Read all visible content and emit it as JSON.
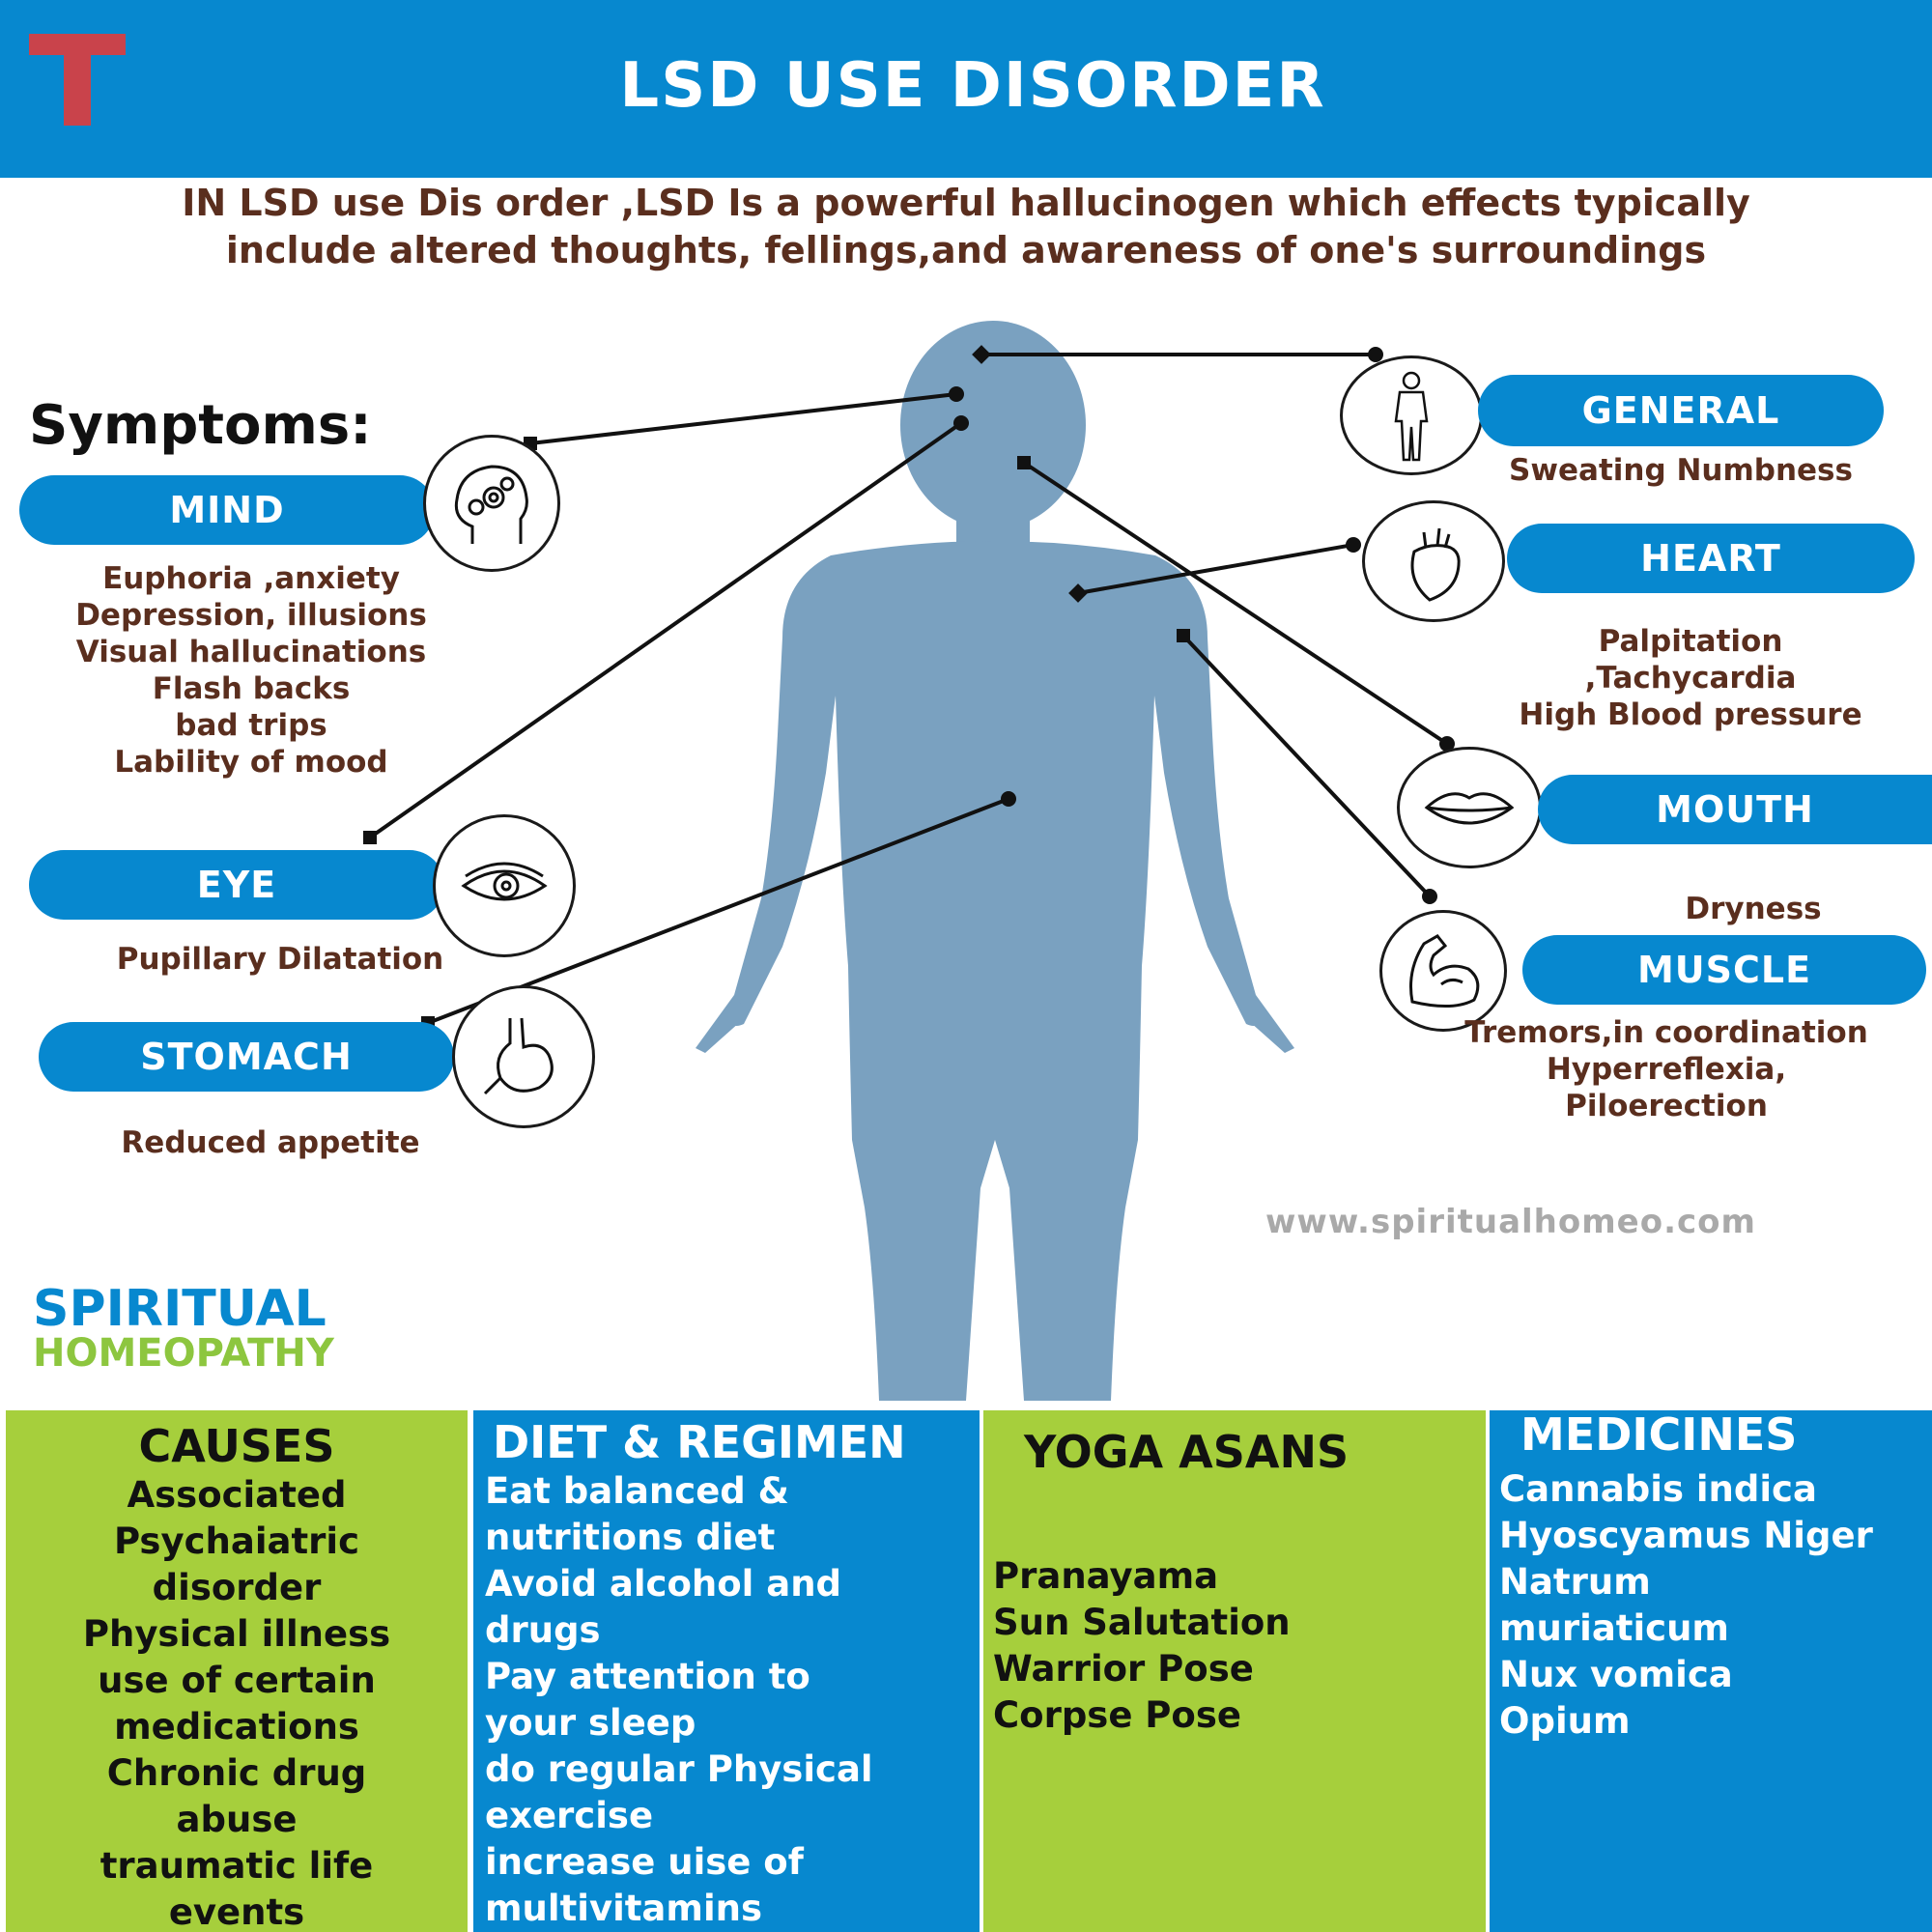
{
  "header": {
    "logo_letter": "T",
    "title": "LSD USE DISORDER"
  },
  "intro": {
    "line1": "IN LSD use Dis order ,LSD Is a powerful hallucinogen which effects typically",
    "line2": "include altered thoughts, fellings,and awareness of one's surroundings"
  },
  "symptoms_heading": "Symptoms:",
  "symptoms": {
    "mind": {
      "label": "MIND",
      "icon": "head-gears-icon",
      "items": [
        "Euphoria ,anxiety",
        "Depression, illusions",
        "Visual hallucinations",
        "Flash backs",
        "bad trips",
        "Lability of mood"
      ]
    },
    "eye": {
      "label": "EYE",
      "icon": "eye-icon",
      "items": [
        "Pupillary Dilatation"
      ]
    },
    "stomach": {
      "label": "STOMACH",
      "icon": "stomach-icon",
      "items": [
        "Reduced appetite"
      ]
    },
    "general": {
      "label": "GENERAL",
      "icon": "body-outline-icon",
      "items": [
        "Sweating Numbness"
      ]
    },
    "heart": {
      "label": "HEART",
      "icon": "heart-organ-icon",
      "items": [
        "Palpitation",
        ",Tachycardia",
        "High Blood pressure"
      ]
    },
    "mouth": {
      "label": "MOUTH",
      "icon": "lips-icon",
      "items": [
        "Dryness"
      ]
    },
    "muscle": {
      "label": "MUSCLE",
      "icon": "flexed-arm-icon",
      "items": [
        "Tremors,in coordination",
        "Hyperreflexia,",
        "Piloerection"
      ]
    }
  },
  "website": "www.spiritualhomeo.com",
  "brand": {
    "line1": "SPIRITUAL",
    "line2": "HOMEOPATHY"
  },
  "colors": {
    "blue": "#0788cf",
    "green": "#a6cf3c",
    "brown_text": "#5a2e1e",
    "figure": "#7aa1c0",
    "logo_red": "#c9434b"
  },
  "columns": {
    "causes": {
      "title": "CAUSES",
      "items": [
        "Associated",
        "Psychaiatric",
        "disorder",
        "Physical illness",
        "use of certain",
        "medications",
        "Chronic drug",
        "abuse",
        "traumatic life",
        "events"
      ]
    },
    "diet": {
      "title": "DIET & REGIMEN",
      "items": [
        "Eat balanced &",
        "nutritions diet",
        "Avoid alcohol and",
        "drugs",
        "Pay attention to",
        "your sleep",
        "do regular Physical",
        "exercise",
        "increase uise of",
        "multivitamins"
      ]
    },
    "yoga": {
      "title": "YOGA ASANS",
      "items": [
        "Pranayama",
        "Sun Salutation",
        "Warrior Pose",
        "Corpse Pose"
      ]
    },
    "medicines": {
      "title": "MEDICINES",
      "items": [
        "Cannabis indica",
        "Hyoscyamus Niger",
        "Natrum",
        "muriaticum",
        "Nux vomica",
        "Opium"
      ]
    }
  }
}
